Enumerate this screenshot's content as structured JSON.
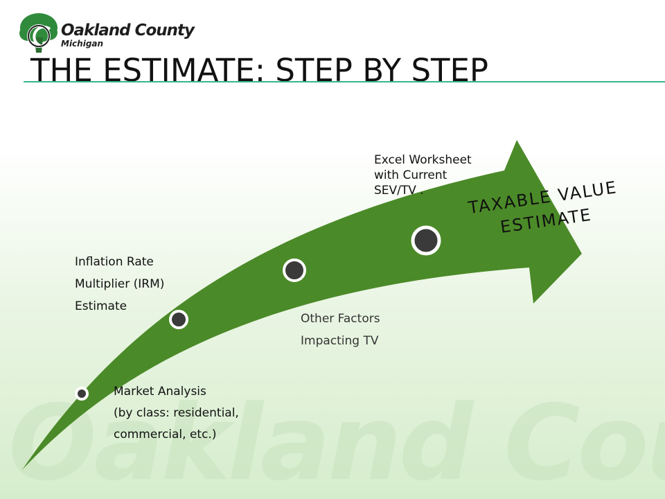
{
  "header": {
    "logo_name": "Oakland County",
    "logo_sub": "Michigan",
    "title": "THE ESTIMATE: STEP BY STEP"
  },
  "watermark": "Oakland County",
  "diagram": {
    "steps": [
      {
        "label": "Market Analysis\n(by class: residential,\ncommercial, etc.)"
      },
      {
        "label": "Inflation Rate\nMultiplier (IRM)\nEstimate"
      },
      {
        "label": "Other Factors\nImpacting TV"
      },
      {
        "label": "Excel Worksheet\nwith Current\nSEV/TV ."
      }
    ],
    "result_line1": "TAXABLE VALUE",
    "result_line2": "ESTIMATE"
  },
  "colors": {
    "arrow": "#4b8a28",
    "accent_line": "#3bb38d",
    "dot": "#3a3a3a"
  }
}
